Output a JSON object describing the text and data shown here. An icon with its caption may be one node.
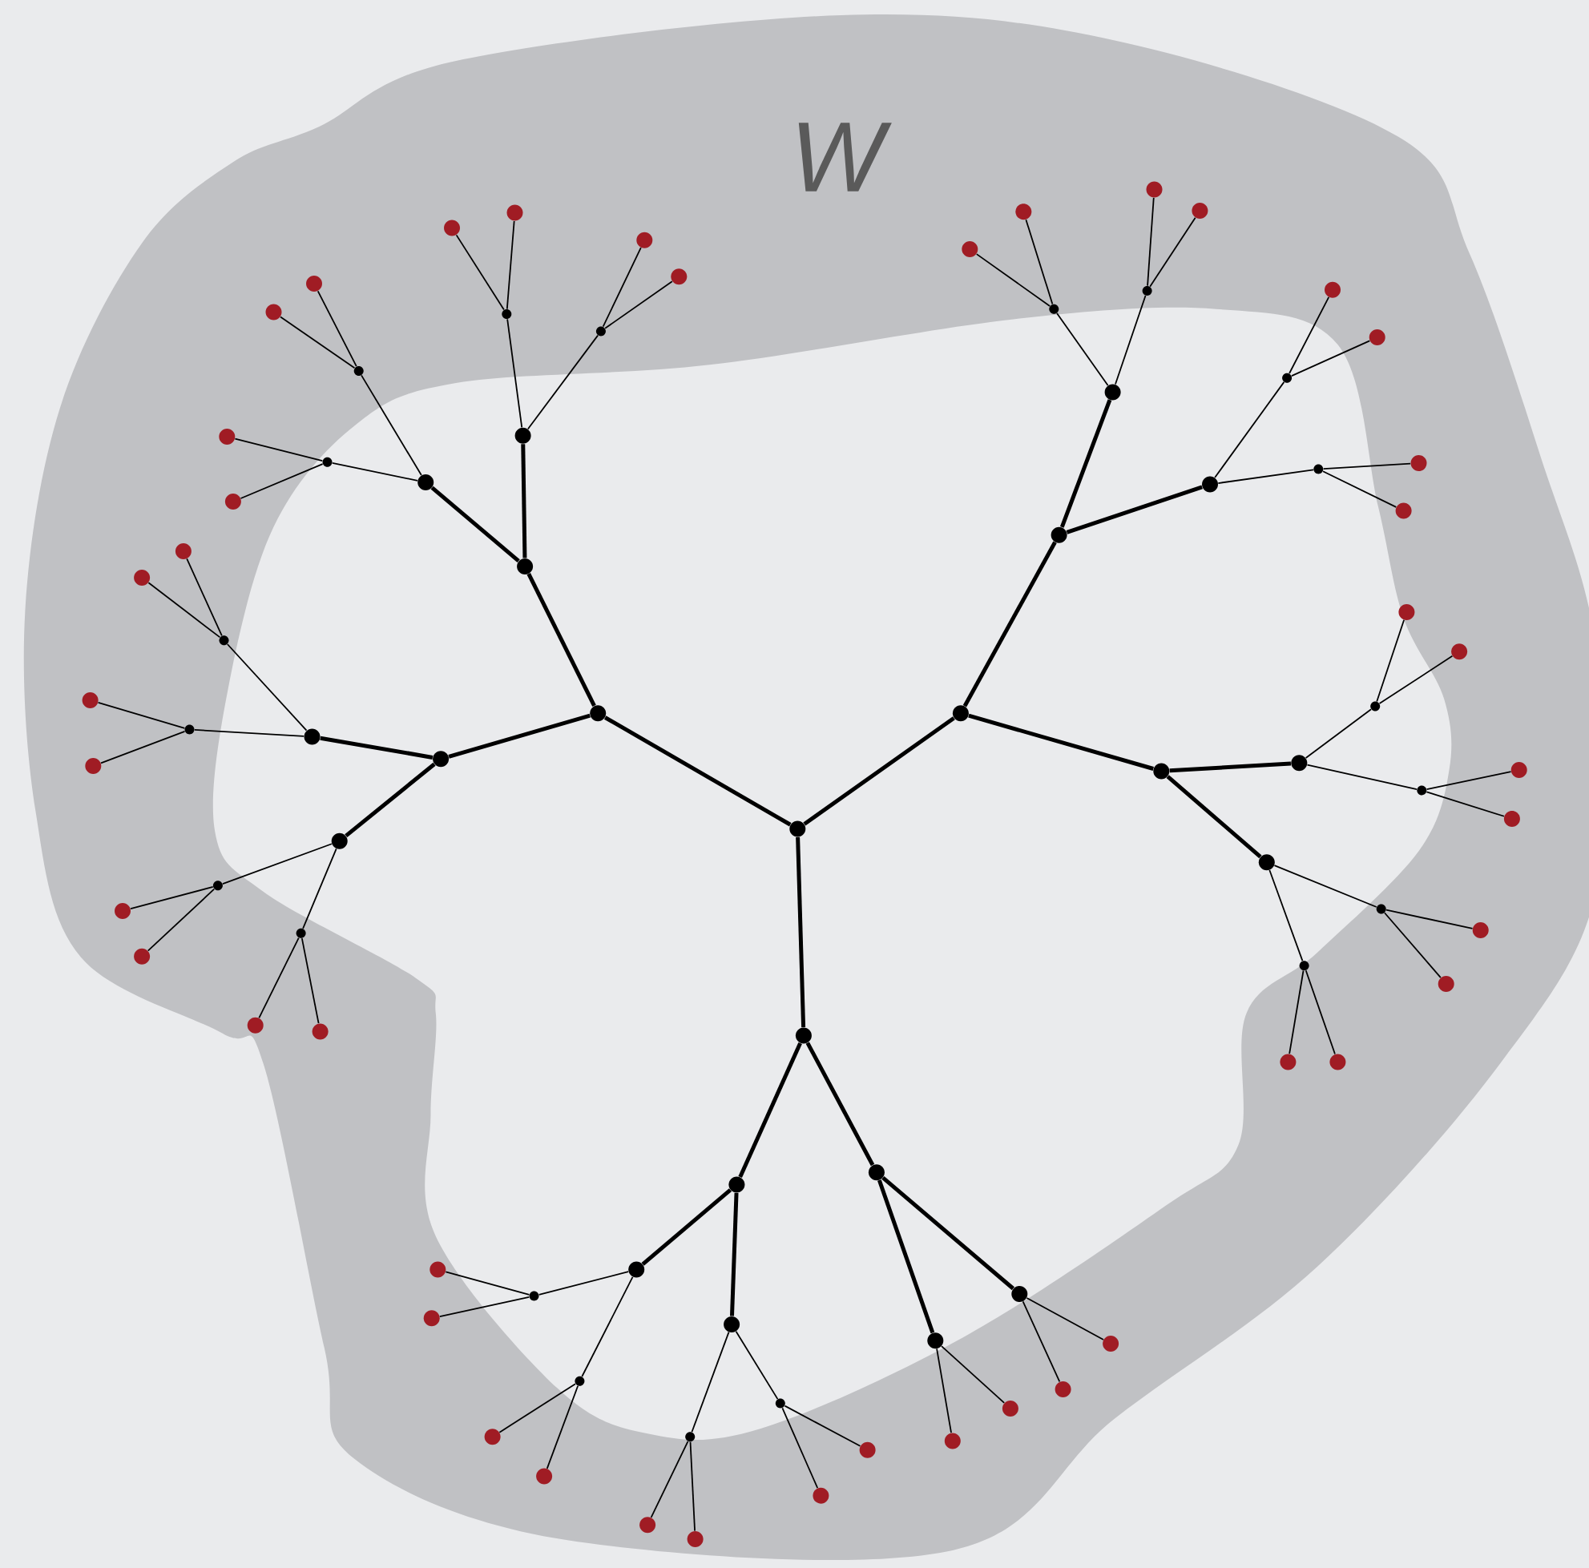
{
  "diagram": {
    "nodes": [
      {
        "text": [],
        "shape": "circle"
      },
      {
        "text": [],
        "shape": "circle"
      },
      {
        "text": [],
        "shape": "circle"
      },
      {
        "text": [],
        "shape": "circle"
      },
      {
        "text": [],
        "shape": "circle"
      },
      {
        "text": [],
        "shape": "circle"
      },
      {
        "text": [],
        "shape": "circle"
      },
      {
        "text": [],
        "shape": "circle"
      },
      {
        "text": [],
        "shape": "circle"
      },
      {
        "text": [],
        "shape": "circle"
      },
      {
        "text": [],
        "shape": "circle"
      },
      {
        "text": [],
        "shape": "circle"
      },
      {
        "text": [],
        "shape": "circle"
      },
      {
        "text": [],
        "shape": "circle"
      },
      {
        "text": [],
        "shape": "circle"
      },
      {
        "text": [],
        "shape": "circle"
      },
      {
        "text": [],
        "shape": "circle"
      },
      {
        "text": [],
        "shape": "circle"
      },
      {
        "text": [],
        "shape": "circle"
      },
      {
        "text": [],
        "shape": "circle"
      },
      {
        "text": [],
        "shape": "circle"
      },
      {
        "text": [],
        "shape": "circle"
      },
      {
        "text": [],
        "shape": "circle"
      },
      {
        "text": [],
        "shape": "circle"
      },
      {
        "text": [],
        "shape": "circle"
      },
      {
        "text": [],
        "shape": "circle"
      },
      {
        "text": [],
        "shape": "circle"
      },
      {
        "text": [],
        "shape": "circle"
      },
      {
        "text": [],
        "shape": "circle"
      },
      {
        "text": [],
        "shape": "circle"
      },
      {
        "text": [],
        "shape": "circle"
      },
      {
        "text": [],
        "shape": "circle"
      },
      {
        "text": [],
        "shape": "circle"
      },
      {
        "text": [],
        "shape": "circle"
      },
      {
        "text": [],
        "shape": "circle"
      },
      {
        "text": [],
        "shape": "circle"
      },
      {
        "text": [],
        "shape": "circle"
      },
      {
        "text": [],
        "shape": "circle"
      },
      {
        "text": [],
        "shape": "circle"
      },
      {
        "text": [],
        "shape": "circle"
      },
      {
        "text": [],
        "shape": "circle"
      },
      {
        "text": [],
        "shape": "circle"
      },
      {
        "text": [],
        "shape": "circle"
      },
      {
        "text": [],
        "shape": "circle"
      },
      {
        "text": [],
        "shape": "circle"
      },
      {
        "text": [],
        "shape": "circle"
      },
      {
        "text": [],
        "shape": "circle"
      },
      {
        "text": [],
        "shape": "circle"
      },
      {
        "text": [],
        "shape": "circle"
      },
      {
        "text": [],
        "shape": "circle"
      },
      {
        "text": [],
        "shape": "circle"
      },
      {
        "text": [],
        "shape": "circle"
      },
      {
        "text": [],
        "shape": "circle"
      },
      {
        "text": [],
        "shape": "circle"
      },
      {
        "text": [],
        "shape": "circle"
      },
      {
        "text": [],
        "shape": "circle"
      },
      {
        "text": [],
        "shape": "circle"
      },
      {
        "text": [],
        "shape": "circle"
      },
      {
        "text": [],
        "shape": "circle"
      },
      {
        "text": [],
        "shape": "circle"
      },
      {
        "text": [],
        "shape": "circle"
      },
      {
        "text": [],
        "shape": "circle"
      },
      {
        "text": [],
        "shape": "circle"
      },
      {
        "text": [],
        "shape": "circle"
      },
      {
        "text": [],
        "shape": "circle"
      },
      {
        "text": [],
        "shape": "circle"
      },
      {
        "text": [],
        "shape": "circle"
      },
      {
        "text": [],
        "shape": "circle"
      },
      {
        "text": [],
        "shape": "circle"
      },
      {
        "text": [],
        "shape": "circle"
      },
      {
        "text": [],
        "shape": "circle"
      },
      {
        "text": [],
        "shape": "circle"
      },
      {
        "text": [],
        "shape": "circle"
      },
      {
        "text": [],
        "shape": "circle"
      },
      {
        "text": [],
        "shape": "circle"
      },
      {
        "text": [],
        "shape": "circle"
      },
      {
        "text": [],
        "shape": "circle"
      },
      {
        "text": [],
        "shape": "circle"
      },
      {
        "text": [],
        "shape": "circle"
      },
      {
        "text": [],
        "shape": "circle"
      },
      {
        "text": [],
        "shape": "circle"
      },
      {
        "text": [],
        "shape": "circle"
      },
      {
        "text": [],
        "shape": "circle"
      },
      {
        "text": [],
        "shape": "circle"
      },
      {
        "text": [],
        "shape": "circle"
      },
      {
        "text": [],
        "shape": "circle"
      }
    ],
    "edges": [
      {
        "from": 0,
        "to": 1,
        "arrow": "none",
        "style": "thick"
      },
      {
        "from": 1,
        "to": 2,
        "arrow": "none",
        "style": "thick"
      },
      {
        "from": 2,
        "to": 3,
        "arrow": "none",
        "style": "thick"
      },
      {
        "from": 3,
        "to": 4,
        "arrow": "none"
      },
      {
        "from": 4,
        "to": 5,
        "arrow": "none"
      },
      {
        "from": 4,
        "to": 6,
        "arrow": "none"
      },
      {
        "from": 3,
        "to": 7,
        "arrow": "none"
      },
      {
        "from": 7,
        "to": 8,
        "arrow": "none"
      },
      {
        "from": 7,
        "to": 9,
        "arrow": "none"
      },
      {
        "from": 2,
        "to": 10,
        "arrow": "none",
        "style": "thick"
      },
      {
        "from": 10,
        "to": 11,
        "arrow": "none"
      },
      {
        "from": 11,
        "to": 12,
        "arrow": "none"
      },
      {
        "from": 11,
        "to": 13,
        "arrow": "none"
      },
      {
        "from": 10,
        "to": 14,
        "arrow": "none"
      },
      {
        "from": 14,
        "to": 15,
        "arrow": "none"
      },
      {
        "from": 14,
        "to": 16,
        "arrow": "none"
      },
      {
        "from": 1,
        "to": 17,
        "arrow": "none",
        "style": "thick"
      },
      {
        "from": 17,
        "to": 18,
        "arrow": "none",
        "style": "thick"
      },
      {
        "from": 18,
        "to": 19,
        "arrow": "none"
      },
      {
        "from": 19,
        "to": 20,
        "arrow": "none"
      },
      {
        "from": 19,
        "to": 21,
        "arrow": "none"
      },
      {
        "from": 18,
        "to": 22,
        "arrow": "none"
      },
      {
        "from": 22,
        "to": 23,
        "arrow": "none"
      },
      {
        "from": 22,
        "to": 24,
        "arrow": "none"
      },
      {
        "from": 17,
        "to": 25,
        "arrow": "none",
        "style": "thick"
      },
      {
        "from": 25,
        "to": 26,
        "arrow": "none"
      },
      {
        "from": 26,
        "to": 27,
        "arrow": "none"
      },
      {
        "from": 26,
        "to": 28,
        "arrow": "none"
      },
      {
        "from": 25,
        "to": 29,
        "arrow": "none"
      },
      {
        "from": 29,
        "to": 30,
        "arrow": "none"
      },
      {
        "from": 29,
        "to": 31,
        "arrow": "none"
      },
      {
        "from": 0,
        "to": 32,
        "arrow": "none",
        "style": "thick"
      },
      {
        "from": 32,
        "to": 33,
        "arrow": "none",
        "style": "thick"
      },
      {
        "from": 33,
        "to": 34,
        "arrow": "none",
        "style": "thick"
      },
      {
        "from": 34,
        "to": 35,
        "arrow": "none"
      },
      {
        "from": 35,
        "to": 36,
        "arrow": "none"
      },
      {
        "from": 35,
        "to": 37,
        "arrow": "none"
      },
      {
        "from": 34,
        "to": 38,
        "arrow": "none"
      },
      {
        "from": 38,
        "to": 39,
        "arrow": "none"
      },
      {
        "from": 38,
        "to": 40,
        "arrow": "none"
      },
      {
        "from": 33,
        "to": 41,
        "arrow": "none",
        "style": "thick"
      },
      {
        "from": 41,
        "to": 42,
        "arrow": "none"
      },
      {
        "from": 42,
        "to": 43,
        "arrow": "none"
      },
      {
        "from": 42,
        "to": 44,
        "arrow": "none"
      },
      {
        "from": 41,
        "to": 45,
        "arrow": "none"
      },
      {
        "from": 45,
        "to": 46,
        "arrow": "none"
      },
      {
        "from": 45,
        "to": 47,
        "arrow": "none"
      },
      {
        "from": 32,
        "to": 48,
        "arrow": "none",
        "style": "thick"
      },
      {
        "from": 48,
        "to": 49,
        "arrow": "none",
        "style": "thick"
      },
      {
        "from": 49,
        "to": 50,
        "arrow": "none"
      },
      {
        "from": 50,
        "to": 51,
        "arrow": "none"
      },
      {
        "from": 50,
        "to": 52,
        "arrow": "none"
      },
      {
        "from": 49,
        "to": 53,
        "arrow": "none"
      },
      {
        "from": 53,
        "to": 54,
        "arrow": "none"
      },
      {
        "from": 53,
        "to": 55,
        "arrow": "none"
      },
      {
        "from": 48,
        "to": 56,
        "arrow": "none",
        "style": "thick"
      },
      {
        "from": 56,
        "to": 57,
        "arrow": "none"
      },
      {
        "from": 57,
        "to": 58,
        "arrow": "none"
      },
      {
        "from": 57,
        "to": 59,
        "arrow": "none"
      },
      {
        "from": 56,
        "to": 60,
        "arrow": "none"
      },
      {
        "from": 60,
        "to": 61,
        "arrow": "none"
      },
      {
        "from": 60,
        "to": 62,
        "arrow": "none"
      },
      {
        "from": 0,
        "to": 63,
        "arrow": "none",
        "style": "thick"
      },
      {
        "from": 63,
        "to": 64,
        "arrow": "none",
        "style": "thick"
      },
      {
        "from": 64,
        "to": 65,
        "arrow": "none",
        "style": "thick"
      },
      {
        "from": 65,
        "to": 66,
        "arrow": "none"
      },
      {
        "from": 66,
        "to": 67,
        "arrow": "none"
      },
      {
        "from": 66,
        "to": 68,
        "arrow": "none"
      },
      {
        "from": 65,
        "to": 69,
        "arrow": "none"
      },
      {
        "from": 69,
        "to": 70,
        "arrow": "none"
      },
      {
        "from": 69,
        "to": 71,
        "arrow": "none"
      },
      {
        "from": 64,
        "to": 72,
        "arrow": "none",
        "style": "thick"
      },
      {
        "from": 72,
        "to": 73,
        "arrow": "none"
      },
      {
        "from": 73,
        "to": 74,
        "arrow": "none"
      },
      {
        "from": 73,
        "to": 75,
        "arrow": "none"
      },
      {
        "from": 72,
        "to": 76,
        "arrow": "none"
      },
      {
        "from": 76,
        "to": 77,
        "arrow": "none"
      },
      {
        "from": 76,
        "to": 78,
        "arrow": "none"
      },
      {
        "from": 63,
        "to": 79,
        "arrow": "none",
        "style": "thick"
      },
      {
        "from": 79,
        "to": 80,
        "arrow": "none",
        "style": "thick"
      },
      {
        "from": 80,
        "to": 81,
        "arrow": "none"
      },
      {
        "from": 80,
        "to": 82,
        "arrow": "none"
      },
      {
        "from": 79,
        "to": 83,
        "arrow": "none",
        "style": "thick"
      },
      {
        "from": 83,
        "to": 84,
        "arrow": "none"
      },
      {
        "from": 83,
        "to": 85,
        "arrow": "none"
      }
    ],
    "labels": [
      "W"
    ]
  }
}
